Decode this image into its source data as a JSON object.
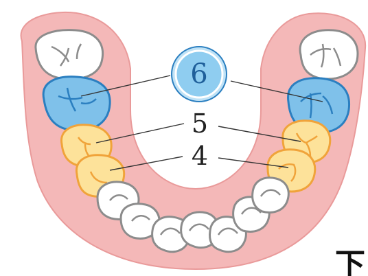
{
  "labels": {
    "molar": "6",
    "second_premolar": "5",
    "first_premolar": "4",
    "jaw": "下"
  },
  "colors": {
    "gum": "#f4b8b8",
    "gum_edge": "#e99a9a",
    "molar_fill": "#7fc1ea",
    "molar_stroke": "#2b7fc0",
    "premolar_fill": "#fde29a",
    "premolar_stroke": "#f0a33a",
    "tooth_fill": "#ffffff",
    "tooth_stroke": "#8c8c8c",
    "line": "#333333"
  }
}
